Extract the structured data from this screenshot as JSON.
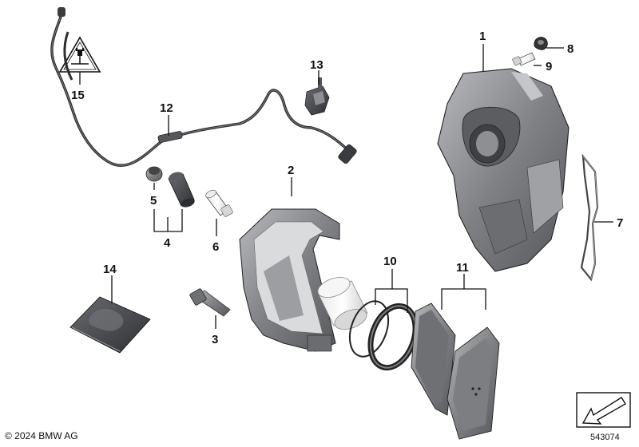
{
  "labels": {
    "l1": "1",
    "l2": "2",
    "l3": "3",
    "l4": "4",
    "l5": "5",
    "l6": "6",
    "l7": "7",
    "l8": "8",
    "l9": "9",
    "l10": "10",
    "l11": "11",
    "l12": "12",
    "l13": "13",
    "l14": "14",
    "l15": "15"
  },
  "footer": {
    "copyright": "© 2024 BMW AG",
    "diagram_number": "543074"
  },
  "icons": {
    "warning": "electrical-plug-warning-icon",
    "navigation": "arrow-back-icon"
  },
  "colors": {
    "part_dark": "#4d4f53",
    "part_mid": "#8a8c90",
    "part_light": "#c9cacc",
    "ink": "#111111"
  }
}
